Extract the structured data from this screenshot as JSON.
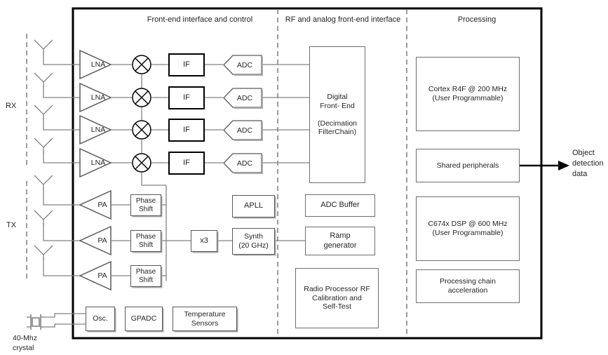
{
  "diagram": {
    "title_sections": [
      {
        "id": "front-end-interface-and-control",
        "label": "Front-end interface and control"
      },
      {
        "id": "rf-and-analog-front-end-interface",
        "label": "RF and analog front-end interface"
      },
      {
        "id": "processing",
        "label": "Processing"
      }
    ],
    "side_labels": {
      "rx": "RX",
      "tx": "TX"
    },
    "rx_chain": {
      "lna_label": "LNA",
      "if_label": "IF",
      "adc_label": "ADC",
      "count": 4
    },
    "tx_chain": {
      "pa_label": "PA",
      "phase_shift_label": "Phase\nShift",
      "count": 3
    },
    "blocks": [
      {
        "id": "digital-front-end",
        "label": "Digital\nFront- End\n\n(Decimation\nFilterChain)"
      },
      {
        "id": "adc-buffer",
        "label": "ADC Buffer"
      },
      {
        "id": "ramp-generator",
        "label": "Ramp\ngenerator"
      },
      {
        "id": "apll",
        "label": "APLL"
      },
      {
        "id": "synth",
        "label": "Synth\n(20 GHz)"
      },
      {
        "id": "multiplier-x3",
        "label": "x3"
      },
      {
        "id": "radio-processor",
        "label": "Radio Processor RF\nCalibration and\nSelf-Test"
      },
      {
        "id": "cortex-r4f",
        "label": "Cortex R4F @ 200 MHz\n(User Programmable)"
      },
      {
        "id": "shared-peripherals",
        "label": "Shared peripherals"
      },
      {
        "id": "c674x-dsp",
        "label": "C674x DSP @ 600 MHz\n(User Programmable)"
      },
      {
        "id": "processing-chain-acceleration",
        "label": "Processing chain\nacceleration"
      },
      {
        "id": "oscillator",
        "label": "Osc."
      },
      {
        "id": "gpadc",
        "label": "GPADC"
      },
      {
        "id": "temperature-sensors",
        "label": "Temperature\nSensors"
      }
    ],
    "crystal_label": "40-Mhz\ncrystal",
    "output_label": "Object\ndetection\ndata",
    "colors": {
      "ink": "#231f20",
      "line": "#808285",
      "box_border": "#6d6e71",
      "chip_border": "#000000",
      "shadow": "#a7a9ac"
    }
  }
}
